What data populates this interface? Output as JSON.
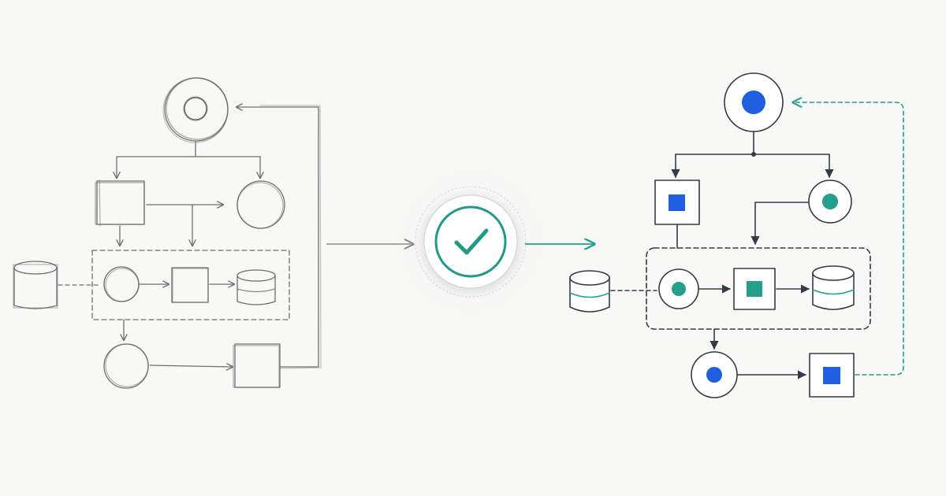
{
  "colors": {
    "background": "#f8f8f7",
    "sketch_stroke": "#6e6e6e",
    "sketch_fill_dark": "#9a9a9a",
    "clean_stroke": "#343a48",
    "blue_accent": "#1f5fe0",
    "teal_accent": "#24a08a",
    "check_teal": "#1f9a86",
    "arrow_gray": "#8a8a8a"
  },
  "icons": {
    "center_badge": "checkmark-icon",
    "database": "database-icon"
  },
  "diagrams": {
    "left": {
      "style": "hand-drawn sketch",
      "nodes": [
        "start-circle",
        "box-1",
        "circle-1",
        "circle-2",
        "box-2",
        "database-inner",
        "database-outer",
        "circle-3",
        "box-3"
      ],
      "group": "dashed-group"
    },
    "right": {
      "style": "clean vector",
      "nodes": [
        "start-circle",
        "box-1",
        "circle-1",
        "circle-2",
        "box-2",
        "database-inner",
        "database-outer",
        "circle-3",
        "box-3"
      ],
      "group": "dashed-group"
    }
  }
}
